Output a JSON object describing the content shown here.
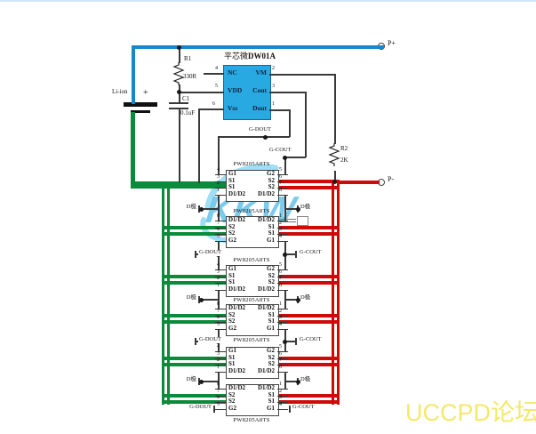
{
  "terminals": {
    "positive": "P+",
    "negative": "P-"
  },
  "battery": {
    "label": "Li-ion",
    "plus": "+",
    "minus": "−"
  },
  "components": {
    "r1": {
      "ref": "R1",
      "value": "330R"
    },
    "r2": {
      "ref": "R2",
      "value": "2K"
    },
    "c1": {
      "ref": "C1",
      "value": "0.1uF"
    }
  },
  "protection_ic": {
    "vendor": "平芯微",
    "part": "DW01A",
    "left_pins": [
      {
        "num": "4",
        "name": "NC"
      },
      {
        "num": "5",
        "name": "VDD"
      },
      {
        "num": "6",
        "name": "Vss"
      }
    ],
    "right_pins": [
      {
        "num": "2",
        "name": "VM"
      },
      {
        "num": "3",
        "name": "Cout"
      },
      {
        "num": "1",
        "name": "Dout"
      }
    ]
  },
  "net_labels": {
    "gate_discharge": "G-DOUT",
    "gate_charge": "G-COUT",
    "drain": "D极"
  },
  "mosfet_part": "PW8205A8TS",
  "mosfet_chips": [
    {
      "orientation": "normal",
      "left": [
        {
          "num": "4",
          "label": "G1"
        },
        {
          "num": "3",
          "label": "S1"
        },
        {
          "num": "2",
          "label": "S1"
        },
        {
          "num": "1",
          "label": "D1/D2"
        }
      ],
      "right": [
        {
          "num": "5",
          "label": "G2"
        },
        {
          "num": "6",
          "label": "S2"
        },
        {
          "num": "7",
          "label": "S2"
        },
        {
          "num": "8",
          "label": "D1/D2"
        }
      ]
    },
    {
      "orientation": "inverted",
      "left": [
        {
          "num": "8",
          "label": "D1/D2"
        },
        {
          "num": "7",
          "label": "S2"
        },
        {
          "num": "6",
          "label": "S2"
        },
        {
          "num": "5",
          "label": "G2"
        }
      ],
      "right": [
        {
          "num": "1",
          "label": "D1/D2"
        },
        {
          "num": "2",
          "label": "S1"
        },
        {
          "num": "3",
          "label": "S1"
        },
        {
          "num": "4",
          "label": "G1"
        }
      ]
    },
    {
      "orientation": "normal",
      "left": [
        {
          "num": "4",
          "label": "G1"
        },
        {
          "num": "3",
          "label": "S1"
        },
        {
          "num": "2",
          "label": "S1"
        },
        {
          "num": "1",
          "label": "D1/D2"
        }
      ],
      "right": [
        {
          "num": "5",
          "label": "G2"
        },
        {
          "num": "6",
          "label": "S2"
        },
        {
          "num": "7",
          "label": "S2"
        },
        {
          "num": "8",
          "label": "D1/D2"
        }
      ]
    },
    {
      "orientation": "inverted",
      "left": [
        {
          "num": "8",
          "label": "D1/D2"
        },
        {
          "num": "7",
          "label": "S2"
        },
        {
          "num": "6",
          "label": "S2"
        },
        {
          "num": "5",
          "label": "G2"
        }
      ],
      "right": [
        {
          "num": "1",
          "label": "D1/D2"
        },
        {
          "num": "2",
          "label": "S1"
        },
        {
          "num": "3",
          "label": "S1"
        },
        {
          "num": "4",
          "label": "G1"
        }
      ]
    },
    {
      "orientation": "normal",
      "left": [
        {
          "num": "4",
          "label": "G1"
        },
        {
          "num": "3",
          "label": "S1"
        },
        {
          "num": "2",
          "label": "S1"
        },
        {
          "num": "1",
          "label": "D1/D2"
        }
      ],
      "right": [
        {
          "num": "5",
          "label": "G2"
        },
        {
          "num": "6",
          "label": "S2"
        },
        {
          "num": "7",
          "label": "S2"
        },
        {
          "num": "8",
          "label": "D1/D2"
        }
      ]
    },
    {
      "orientation": "inverted",
      "left": [
        {
          "num": "8",
          "label": "D1/D2"
        },
        {
          "num": "7",
          "label": "S2"
        },
        {
          "num": "6",
          "label": "S2"
        },
        {
          "num": "5",
          "label": "G2"
        }
      ],
      "right": [
        {
          "num": "1",
          "label": "D1/D2"
        },
        {
          "num": "2",
          "label": "S1"
        },
        {
          "num": "3",
          "label": "S1"
        },
        {
          "num": "4",
          "label": "G1"
        }
      ]
    }
  ],
  "watermarks": {
    "kkw": "KKW",
    "forum": "UCCPD论坛"
  },
  "colors": {
    "blue_wire": "#1a85c8",
    "green_wire": "#0a8a3a",
    "red_wire": "#cf0a0a",
    "ic_fill": "#29a9e1",
    "ic_border": "#1565a8",
    "watermark_yellow": "#f3e96b",
    "watermark_blue": "#49b8e6"
  }
}
